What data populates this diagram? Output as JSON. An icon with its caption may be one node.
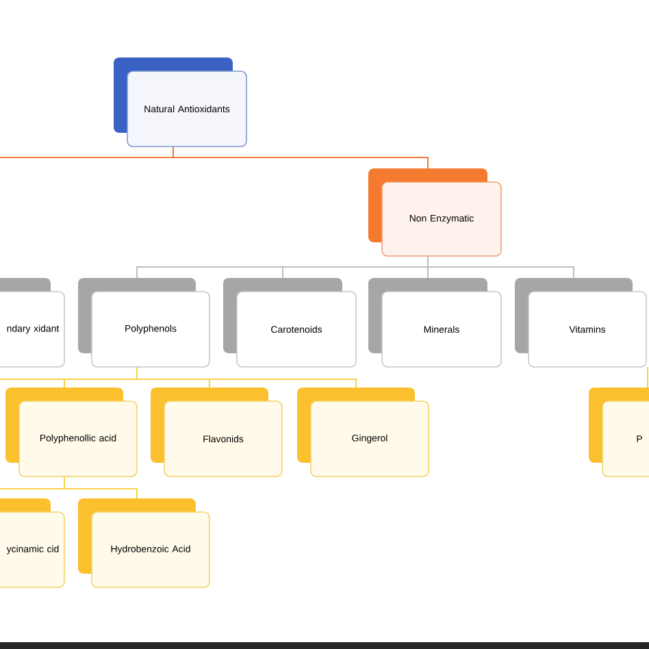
{
  "diagram": {
    "nodes": [
      {
        "text": [
          "Natural Antioxidants"
        ]
      },
      {
        "text": [
          "Non Enzymatic"
        ]
      },
      {
        "text": [
          "ndary xidant"
        ]
      },
      {
        "text": [
          "Polyphenols"
        ]
      },
      {
        "text": [
          "Carotenoids"
        ]
      },
      {
        "text": [
          "Minerals"
        ]
      },
      {
        "text": [
          "Vitamins"
        ]
      },
      {
        "text": [
          "Polyphenollic acid"
        ]
      },
      {
        "text": [
          "Flavonids"
        ]
      },
      {
        "text": [
          "Gingerol"
        ]
      },
      {
        "text": [
          "P"
        ]
      },
      {
        "text": [
          "ycinamic cid"
        ]
      },
      {
        "text": [
          "Hydrobenzoic Acid"
        ]
      }
    ],
    "edges": [
      {
        "from": 0,
        "to": 1,
        "arrow": "none",
        "color": "#f07a3a"
      },
      {
        "from": 0,
        "to": null,
        "arrow": "none",
        "color": "#f07a3a"
      },
      {
        "from": 1,
        "to": 3,
        "arrow": "none",
        "color": "#bdbdbd"
      },
      {
        "from": 1,
        "to": 4,
        "arrow": "none",
        "color": "#bdbdbd"
      },
      {
        "from": 1,
        "to": 5,
        "arrow": "none",
        "color": "#bdbdbd"
      },
      {
        "from": 1,
        "to": 6,
        "arrow": "none",
        "color": "#bdbdbd"
      },
      {
        "from": 3,
        "to": 7,
        "arrow": "none"
      },
      {
        "from": 3,
        "to": 8,
        "arrow": "none"
      },
      {
        "from": 3,
        "to": 9,
        "arrow": "none"
      },
      {
        "from": 6,
        "to": 10,
        "arrow": "none"
      },
      {
        "from": 7,
        "to": 11,
        "arrow": "none"
      },
      {
        "from": 7,
        "to": 12,
        "arrow": "none"
      }
    ]
  }
}
